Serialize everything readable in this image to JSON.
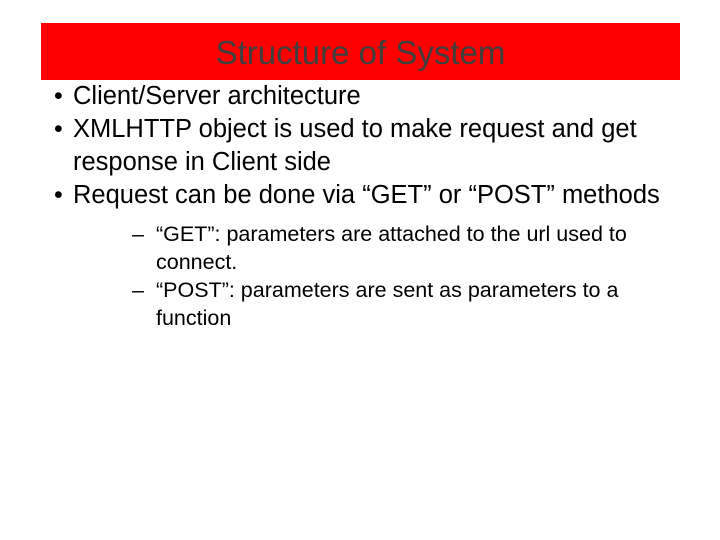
{
  "slide": {
    "title": "Structure of System",
    "title_bg_color": "#FF0000",
    "title_text_color": "#3F3F3F",
    "bullet_glyph_level1": "•",
    "bullet_glyph_level2": "–",
    "bullets": [
      {
        "text": "Client/Server architecture",
        "children": []
      },
      {
        "text": "XMLHTTP object is used to make request and get response in Client side",
        "children": []
      },
      {
        "text": "Request can be done via “GET” or “POST” methods",
        "children": [
          {
            "text": "“GET”: parameters are attached to the url used to connect."
          },
          {
            "text": "“POST”: parameters are sent as parameters to a function"
          }
        ]
      }
    ]
  }
}
